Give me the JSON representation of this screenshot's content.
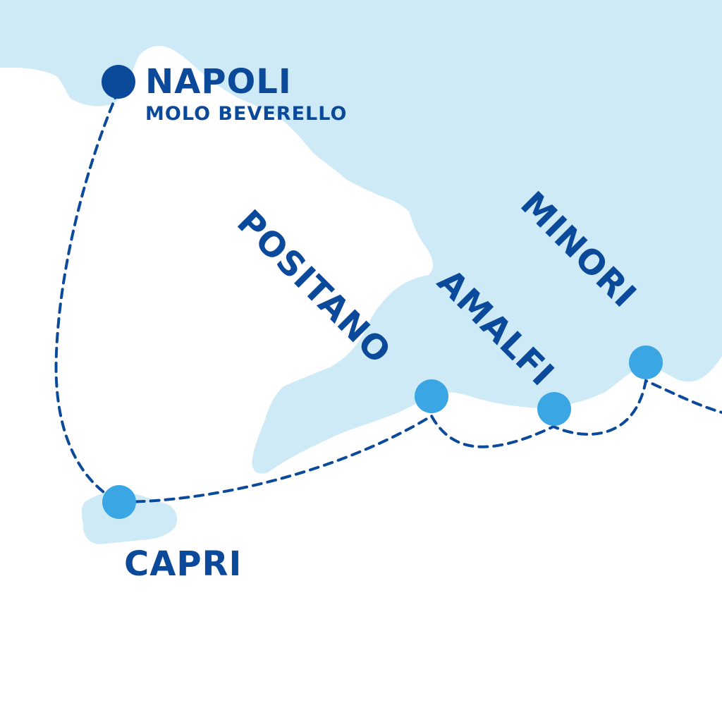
{
  "map": {
    "colors": {
      "sea_light": "#cfeaf7",
      "land": "#ffffff",
      "route": "#0b4a9a",
      "origin_dot": "#0b4a9a",
      "stop_dot": "#3aa6e3",
      "label": "#0b4a9a"
    },
    "origin": {
      "name": "NAPOLI",
      "sublabel": "MOLO BEVERELLO",
      "icon": "origin-port-dot"
    },
    "stops": [
      {
        "name": "CAPRI",
        "icon": "port-dot"
      },
      {
        "name": "POSITANO",
        "icon": "port-dot"
      },
      {
        "name": "AMALFI",
        "icon": "port-dot"
      },
      {
        "name": "MINORI",
        "icon": "port-dot"
      }
    ],
    "route_style": "dashed"
  }
}
